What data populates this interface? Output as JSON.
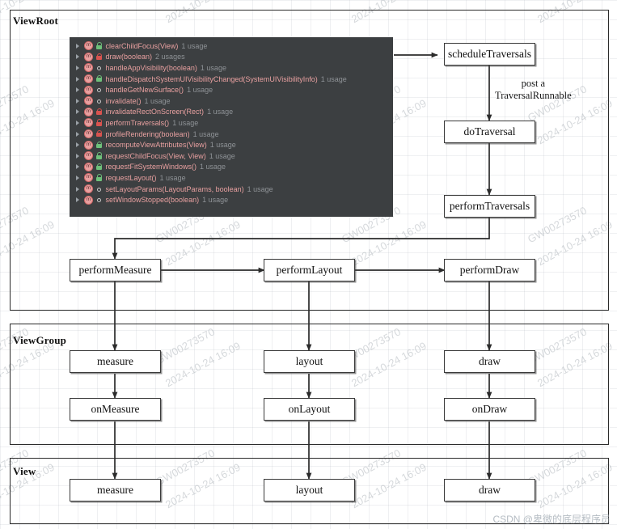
{
  "groups": [
    {
      "label": "ViewRoot"
    },
    {
      "label": "ViewGroup"
    },
    {
      "label": "View"
    }
  ],
  "nodes": {
    "schedule_traversals": "scheduleTraversals",
    "do_traversal": "doTraversal",
    "perform_traversals": "performTraversals",
    "perform_measure": "performMeasure",
    "perform_layout": "performLayout",
    "perform_draw": "performDraw",
    "vg_measure": "measure",
    "vg_layout": "layout",
    "vg_draw": "draw",
    "vg_on_measure": "onMeasure",
    "vg_on_layout": "onLayout",
    "vg_on_draw": "onDraw",
    "v_measure": "measure",
    "v_layout": "layout",
    "v_draw": "draw"
  },
  "edge_labels": {
    "post_runnable_line1": "post a",
    "post_runnable_line2": "TraversalRunnable"
  },
  "code_panel": {
    "background": "#3c3f41",
    "method_color": "#e8a0a0",
    "usage_color": "#8e9296",
    "rows": [
      {
        "name": "clearChildFocus(View)",
        "usage": "1 usage",
        "visibility": "protected"
      },
      {
        "name": "draw(boolean)",
        "usage": "2 usages",
        "visibility": "private"
      },
      {
        "name": "handleAppVisibility(boolean)",
        "usage": "1 usage",
        "visibility": "public"
      },
      {
        "name": "handleDispatchSystemUIVisibilityChanged(SystemUIVisibilityInfo)",
        "usage": "1 usage",
        "visibility": "protected"
      },
      {
        "name": "handleGetNewSurface()",
        "usage": "1 usage",
        "visibility": "public"
      },
      {
        "name": "invalidate()",
        "usage": "1 usage",
        "visibility": "public"
      },
      {
        "name": "invalidateRectOnScreen(Rect)",
        "usage": "1 usage",
        "visibility": "private"
      },
      {
        "name": "performTraversals()",
        "usage": "1 usage",
        "visibility": "private"
      },
      {
        "name": "profileRendering(boolean)",
        "usage": "1 usage",
        "visibility": "private"
      },
      {
        "name": "recomputeViewAttributes(View)",
        "usage": "1 usage",
        "visibility": "protected"
      },
      {
        "name": "requestChildFocus(View, View)",
        "usage": "1 usage",
        "visibility": "protected"
      },
      {
        "name": "requestFitSystemWindows()",
        "usage": "1 usage",
        "visibility": "protected"
      },
      {
        "name": "requestLayout()",
        "usage": "1 usage",
        "visibility": "protected"
      },
      {
        "name": "setLayoutParams(LayoutParams, boolean)",
        "usage": "1 usage",
        "visibility": "public"
      },
      {
        "name": "setWindowStopped(boolean)",
        "usage": "1 usage",
        "visibility": "public"
      }
    ]
  },
  "watermarks": {
    "csdn": "CSDN @卑微的底层程序员",
    "tiles": [
      "GW00273570",
      "2024-10-24 16:09"
    ]
  }
}
